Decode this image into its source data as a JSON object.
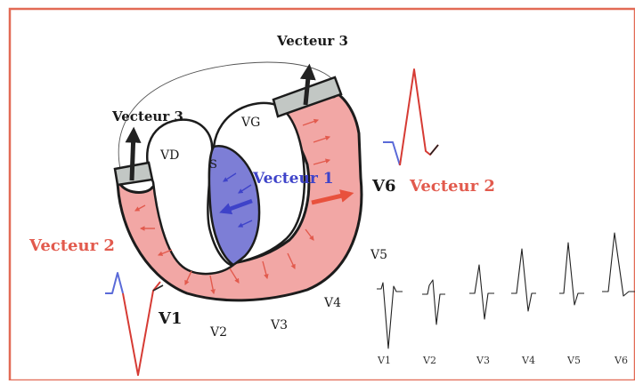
{
  "labels": {
    "vecteur3_top": "Vecteur 3",
    "vecteur3_left": "Vecteur 3",
    "vecteur1": "Vecteur 1",
    "vecteur2_left": "Vecteur 2",
    "vecteur2_right": "Vecteur 2",
    "vd": "VD",
    "vg": "VG",
    "septum": "S"
  },
  "leads_on_heart": {
    "v1": "V1",
    "v2": "V2",
    "v3": "V3",
    "v4": "V4",
    "v5": "V5",
    "v6": "V6"
  },
  "strip_labels": [
    "V1",
    "V2",
    "V3",
    "V4",
    "V5",
    "V6"
  ],
  "colors": {
    "frame": "#e26a55",
    "myocardium": "#f2a7a5",
    "septum": "#7d7ed6",
    "vecteur1": "#3e43c9",
    "vecteur2": "#e25a4d",
    "base_cap": "#c2c7c4",
    "ink": "#222222",
    "ecg_blue": "#5a6ad8",
    "ecg_red": "#d63b34"
  }
}
